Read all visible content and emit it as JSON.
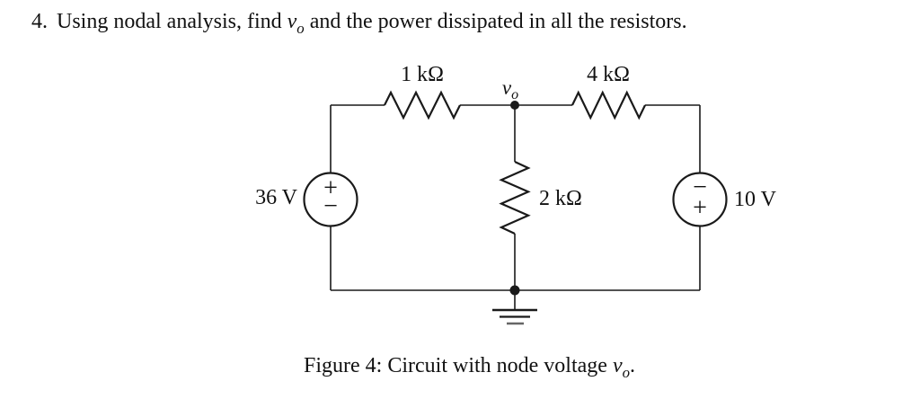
{
  "problem": {
    "number": "4.",
    "text_before_var": "Using nodal analysis, find ",
    "variable": "v",
    "variable_subscript": "o",
    "text_after_var": " and the power dissipated in all the resistors."
  },
  "circuit": {
    "resistors": [
      {
        "name": "top-left-resistor",
        "label": "1 kΩ"
      },
      {
        "name": "top-right-resistor",
        "label": "4 kΩ"
      },
      {
        "name": "middle-resistor",
        "label": "2 kΩ"
      }
    ],
    "sources": [
      {
        "name": "left-voltage-source",
        "label": "36 V",
        "top_sign": "+",
        "bottom_sign": "−"
      },
      {
        "name": "right-voltage-source",
        "label": "10 V",
        "top_sign": "−",
        "bottom_sign": "+"
      }
    ],
    "node": {
      "var": "v",
      "sub": "o"
    },
    "icons": {
      "ground": "earth-ground"
    }
  },
  "caption": {
    "text_before_var": "Figure 4: Circuit with node voltage ",
    "variable": "v",
    "variable_subscript": "o",
    "text_after_var": "."
  },
  "colors": {
    "ink": "#1a1a1a",
    "background": "#ffffff"
  }
}
